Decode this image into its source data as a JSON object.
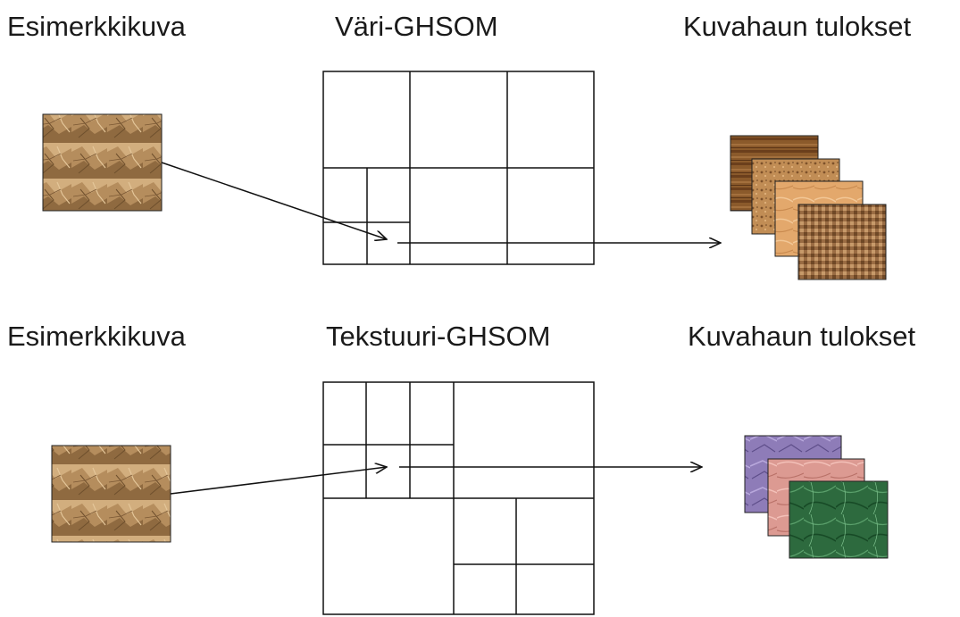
{
  "row1": {
    "query_label": "Esimerkkikuva",
    "map_title": "Väri-GHSOM",
    "results_label": "Kuvahaun tulokset"
  },
  "row2": {
    "query_label": "Esimerkkikuva",
    "map_title": "Tekstuuri-GHSOM",
    "results_label": "Kuvahaun tulokset"
  },
  "colors": {
    "line": "#111111",
    "crumpled_paper": "#b08a5c",
    "wood": "#8a5a2e",
    "cork": "#b98550",
    "light_paper": "#e0a468",
    "weave": "#a0744a",
    "lavender": "#8c7ab5",
    "pink": "#d99890",
    "green_marble": "#2f6a3f"
  }
}
